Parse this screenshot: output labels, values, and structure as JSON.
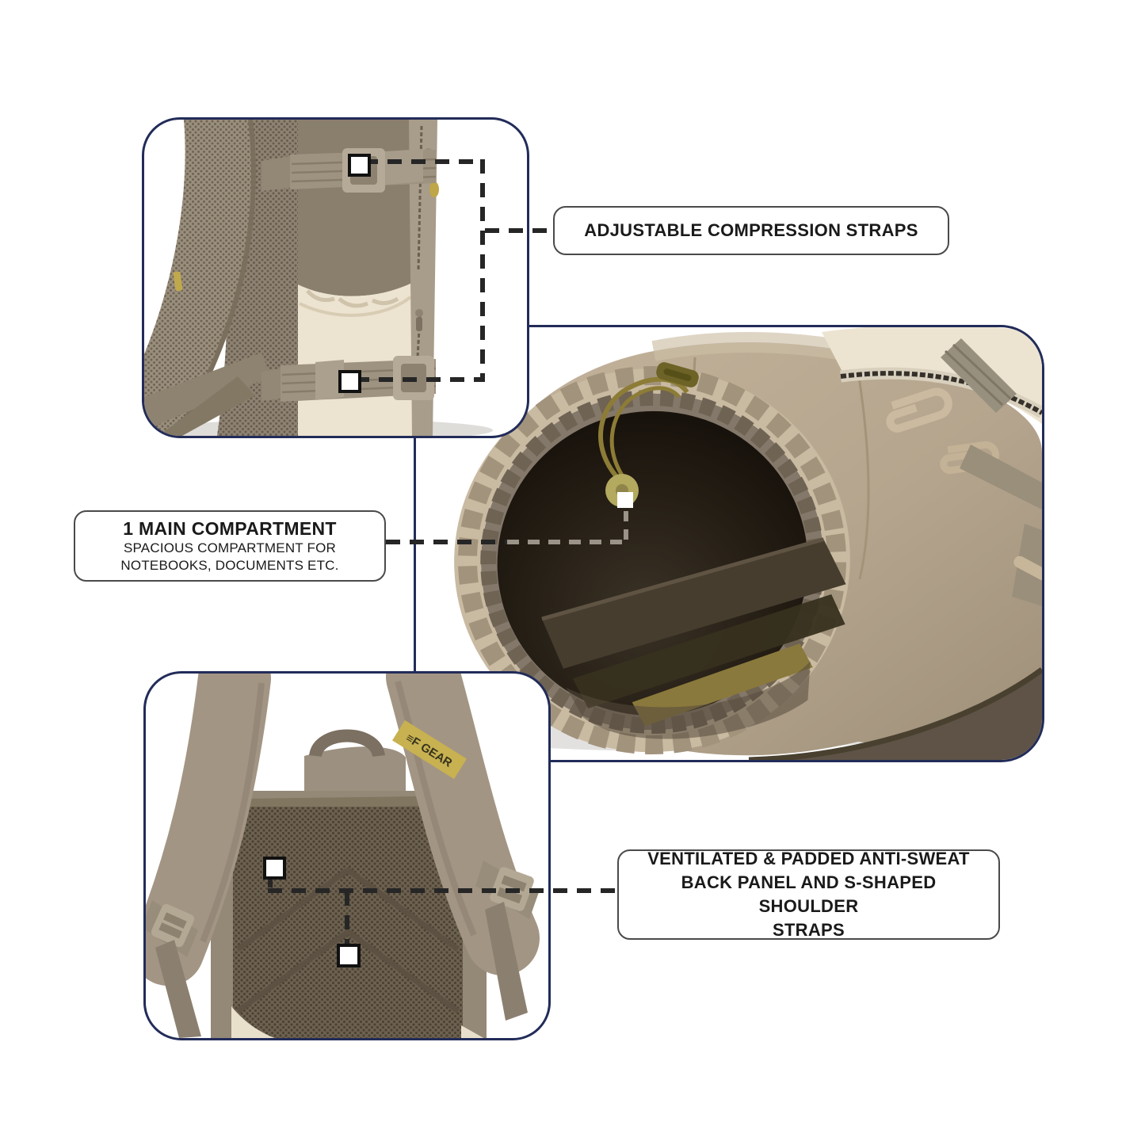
{
  "page": {
    "background": "#ffffff",
    "description_texts_only": true
  },
  "colors": {
    "page_bg": "#ffffff",
    "panel_border": "#222c59",
    "callout_border": "#4a4a4a",
    "callout_text": "#1a1a1a",
    "connector": "#262626",
    "connector_light": "#9b9388",
    "marker_fill": "#ffffff",
    "marker_border": "#111111",
    "bag_taupe": "#8a7e6d",
    "bag_cream": "#ece3d0",
    "bag_tan_canvas": "#b5a58e",
    "bag_mesh": "#6e6251",
    "bag_interior_dark": "#17120c",
    "brand_label_khaki": "#c8b150",
    "drawcord_olive": "#8c7c36"
  },
  "callouts": {
    "compression_straps": {
      "label": "ADJUSTABLE COMPRESSION STRAPS"
    },
    "main_compartment": {
      "title": "1 MAIN COMPARTMENT",
      "subtitle_line1": "SPACIOUS COMPARTMENT FOR",
      "subtitle_line2": "NOTEBOOKS, DOCUMENTS ETC."
    },
    "back_panel": {
      "line1": "VENTILATED & PADDED ANTI-SWEAT",
      "line2": "BACK PANEL AND S-SHAPED SHOULDER",
      "line3": "STRAPS"
    }
  },
  "brand": {
    "logo": "≡F GEAR"
  }
}
